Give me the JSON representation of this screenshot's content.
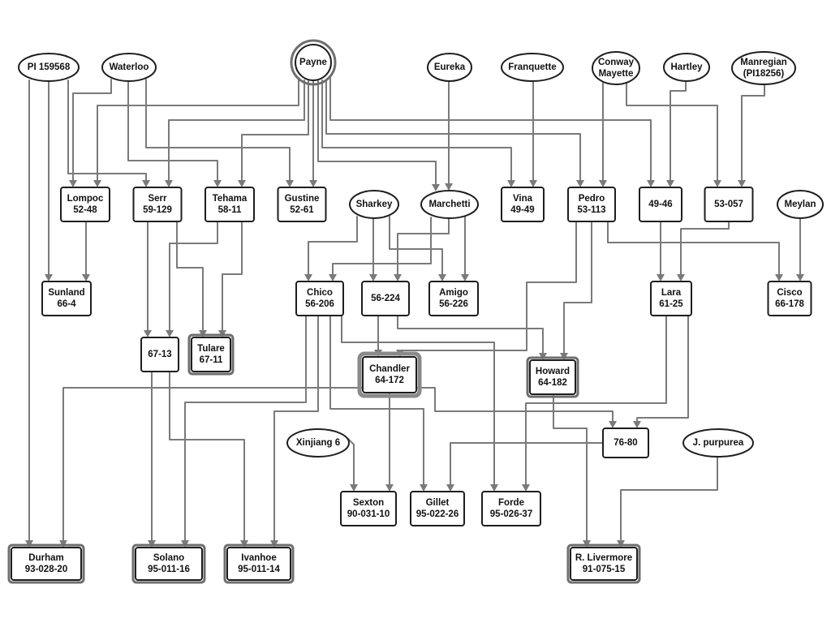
{
  "colors": {
    "edge": "#7a7a7a",
    "node_border": "#1e1e1e",
    "highlight_ring": "#8a8a8a"
  },
  "nodes": [
    {
      "lines": [
        "PI 159568"
      ],
      "shape": "ellipse"
    },
    {
      "lines": [
        "Waterloo"
      ],
      "shape": "ellipse"
    },
    {
      "lines": [
        "Payne"
      ],
      "shape": "circle",
      "emphasis": "double"
    },
    {
      "lines": [
        "Eureka"
      ],
      "shape": "ellipse"
    },
    {
      "lines": [
        "Franquette"
      ],
      "shape": "ellipse"
    },
    {
      "lines": [
        "Conway",
        "Mayette"
      ],
      "shape": "ellipse"
    },
    {
      "lines": [
        "Hartley"
      ],
      "shape": "ellipse"
    },
    {
      "lines": [
        "Manregian",
        "(PI18256)"
      ],
      "shape": "ellipse"
    },
    {
      "lines": [
        "Lompoc",
        "52-48"
      ],
      "shape": "box"
    },
    {
      "lines": [
        "Serr",
        "59-129"
      ],
      "shape": "box"
    },
    {
      "lines": [
        "Tehama",
        "58-11"
      ],
      "shape": "box"
    },
    {
      "lines": [
        "Gustine",
        "52-61"
      ],
      "shape": "box"
    },
    {
      "lines": [
        "Sharkey"
      ],
      "shape": "ellipse"
    },
    {
      "lines": [
        "Marchetti"
      ],
      "shape": "ellipse"
    },
    {
      "lines": [
        "Vina",
        "49-49"
      ],
      "shape": "box"
    },
    {
      "lines": [
        "Pedro",
        "53-113"
      ],
      "shape": "box"
    },
    {
      "lines": [
        "49-46"
      ],
      "shape": "box"
    },
    {
      "lines": [
        "53-057"
      ],
      "shape": "box"
    },
    {
      "lines": [
        "Meylan"
      ],
      "shape": "ellipse"
    },
    {
      "lines": [
        "Sunland",
        "66-4"
      ],
      "shape": "box"
    },
    {
      "lines": [
        "Chico",
        "56-206"
      ],
      "shape": "box"
    },
    {
      "lines": [
        "56-224"
      ],
      "shape": "box"
    },
    {
      "lines": [
        "Amigo",
        "56-226"
      ],
      "shape": "box"
    },
    {
      "lines": [
        "Lara",
        "61-25"
      ],
      "shape": "box"
    },
    {
      "lines": [
        "Cisco",
        "66-178"
      ],
      "shape": "box"
    },
    {
      "lines": [
        "67-13"
      ],
      "shape": "box"
    },
    {
      "lines": [
        "Tulare",
        "67-11"
      ],
      "shape": "box",
      "emphasis": "double"
    },
    {
      "lines": [
        "Chandler",
        "64-172"
      ],
      "shape": "box",
      "emphasis": "thick"
    },
    {
      "lines": [
        "Howard",
        "64-182"
      ],
      "shape": "box",
      "emphasis": "double"
    },
    {
      "lines": [
        "76-80"
      ],
      "shape": "box"
    },
    {
      "lines": [
        "Xinjiang 6"
      ],
      "shape": "ellipse"
    },
    {
      "lines": [
        "J. purpurea"
      ],
      "shape": "ellipse"
    },
    {
      "lines": [
        "Sexton",
        "90-031-10"
      ],
      "shape": "box"
    },
    {
      "lines": [
        "Gillet",
        "95-022-26"
      ],
      "shape": "box"
    },
    {
      "lines": [
        "Forde",
        "95-026-37"
      ],
      "shape": "box"
    },
    {
      "lines": [
        "Durham",
        "93-028-20"
      ],
      "shape": "box",
      "emphasis": "double"
    },
    {
      "lines": [
        "Solano",
        "95-011-16"
      ],
      "shape": "box",
      "emphasis": "double"
    },
    {
      "lines": [
        "Ivanhoe",
        "95-011-14"
      ],
      "shape": "box",
      "emphasis": "double"
    },
    {
      "lines": [
        "R. Livermore",
        "91-075-15"
      ],
      "shape": "box",
      "emphasis": "double"
    }
  ],
  "edges": [
    [
      "PI 159568",
      "Durham"
    ],
    [
      "PI 159568",
      "Sunland"
    ],
    [
      "PI 159568",
      "Serr"
    ],
    [
      "Waterloo",
      "Lompoc"
    ],
    [
      "Waterloo",
      "Tehama"
    ],
    [
      "Waterloo",
      "Gustine"
    ],
    [
      "Payne",
      "Lompoc"
    ],
    [
      "Payne",
      "Serr"
    ],
    [
      "Payne",
      "Tehama"
    ],
    [
      "Payne",
      "Gustine"
    ],
    [
      "Payne",
      "Marchetti"
    ],
    [
      "Payne",
      "Vina"
    ],
    [
      "Payne",
      "Pedro"
    ],
    [
      "Payne",
      "49-46"
    ],
    [
      "Eureka",
      "Marchetti"
    ],
    [
      "Franquette",
      "Vina"
    ],
    [
      "Conway",
      "Pedro"
    ],
    [
      "Conway",
      "53-057"
    ],
    [
      "Hartley",
      "49-46"
    ],
    [
      "Manregian",
      "53-057"
    ],
    [
      "Lompoc",
      "Sunland"
    ],
    [
      "Serr",
      "67-13"
    ],
    [
      "Serr",
      "Tulare"
    ],
    [
      "Tehama",
      "67-13"
    ],
    [
      "Tehama",
      "Tulare"
    ],
    [
      "Sharkey",
      "Chico"
    ],
    [
      "Sharkey",
      "56-224"
    ],
    [
      "Sharkey",
      "Amigo"
    ],
    [
      "Marchetti",
      "Chico"
    ],
    [
      "Marchetti",
      "56-224"
    ],
    [
      "Marchetti",
      "Amigo"
    ],
    [
      "Pedro",
      "Chandler"
    ],
    [
      "Pedro",
      "Howard"
    ],
    [
      "Pedro",
      "Cisco"
    ],
    [
      "49-46",
      "Lara"
    ],
    [
      "53-057",
      "Lara"
    ],
    [
      "Meylan",
      "Cisco"
    ],
    [
      "56-224",
      "Chandler"
    ],
    [
      "56-224",
      "Howard"
    ],
    [
      "Chico",
      "Solano"
    ],
    [
      "Chico",
      "Ivanhoe"
    ],
    [
      "Chico",
      "Gillet"
    ],
    [
      "Chico",
      "Forde"
    ],
    [
      "67-13",
      "Solano"
    ],
    [
      "67-13",
      "Ivanhoe"
    ],
    [
      "Chandler",
      "Durham"
    ],
    [
      "Chandler",
      "76-80"
    ],
    [
      "Chandler",
      "Sexton"
    ],
    [
      "Lara",
      "76-80"
    ],
    [
      "Lara",
      "Forde"
    ],
    [
      "76-80",
      "Gillet"
    ],
    [
      "Xinjiang 6",
      "Sexton"
    ],
    [
      "Howard",
      "R. Livermore"
    ],
    [
      "J. purpurea",
      "R. Livermore"
    ]
  ]
}
